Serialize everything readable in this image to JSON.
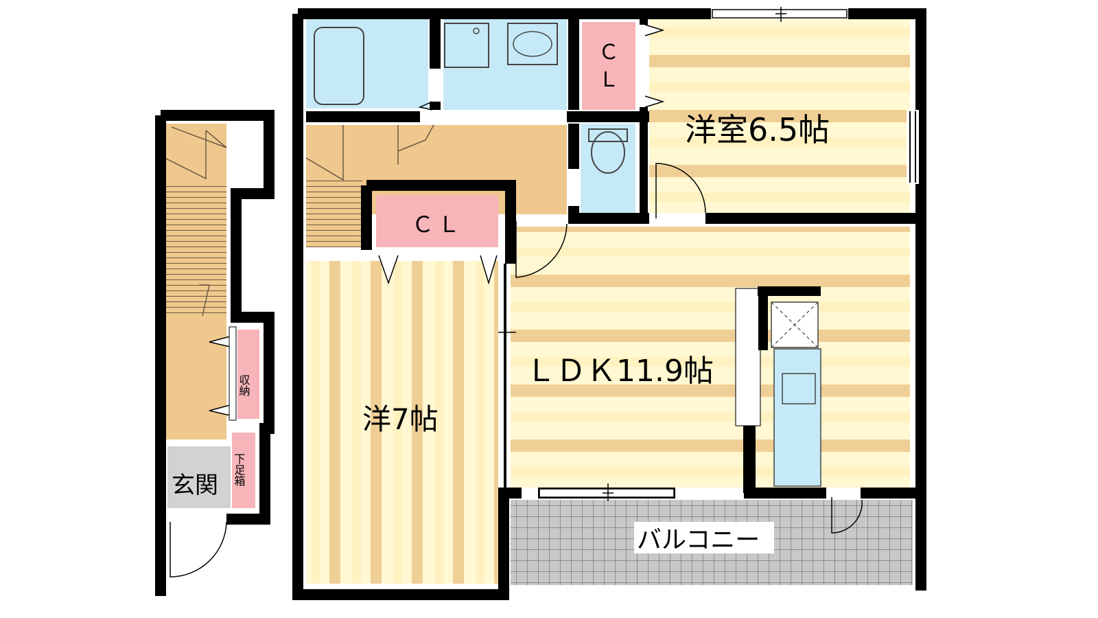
{
  "rooms": {
    "western_room_1": "洋室6.5帖",
    "western_room_2": "洋7帖",
    "ldk": "ＬＤＫ11.9帖",
    "balcony": "バルコニー",
    "entrance": "玄関"
  },
  "storage": {
    "closet_top_line1": "Ｃ",
    "closet_top_line2": "Ｌ",
    "closet_mid": "ＣＬ",
    "storage_small": "収納",
    "shoe_box": "下足箱"
  },
  "colors": {
    "wall": "#000000",
    "floor_stripe_light": "#fff8d2",
    "floor_stripe_dark": "#f0cf96",
    "wet_area": "#c6e9f7",
    "closet": "#f7b5b9",
    "stairs": "#efc88d",
    "entrance_floor": "#d2d2d2",
    "balcony_tile": "#c8c8c8"
  }
}
